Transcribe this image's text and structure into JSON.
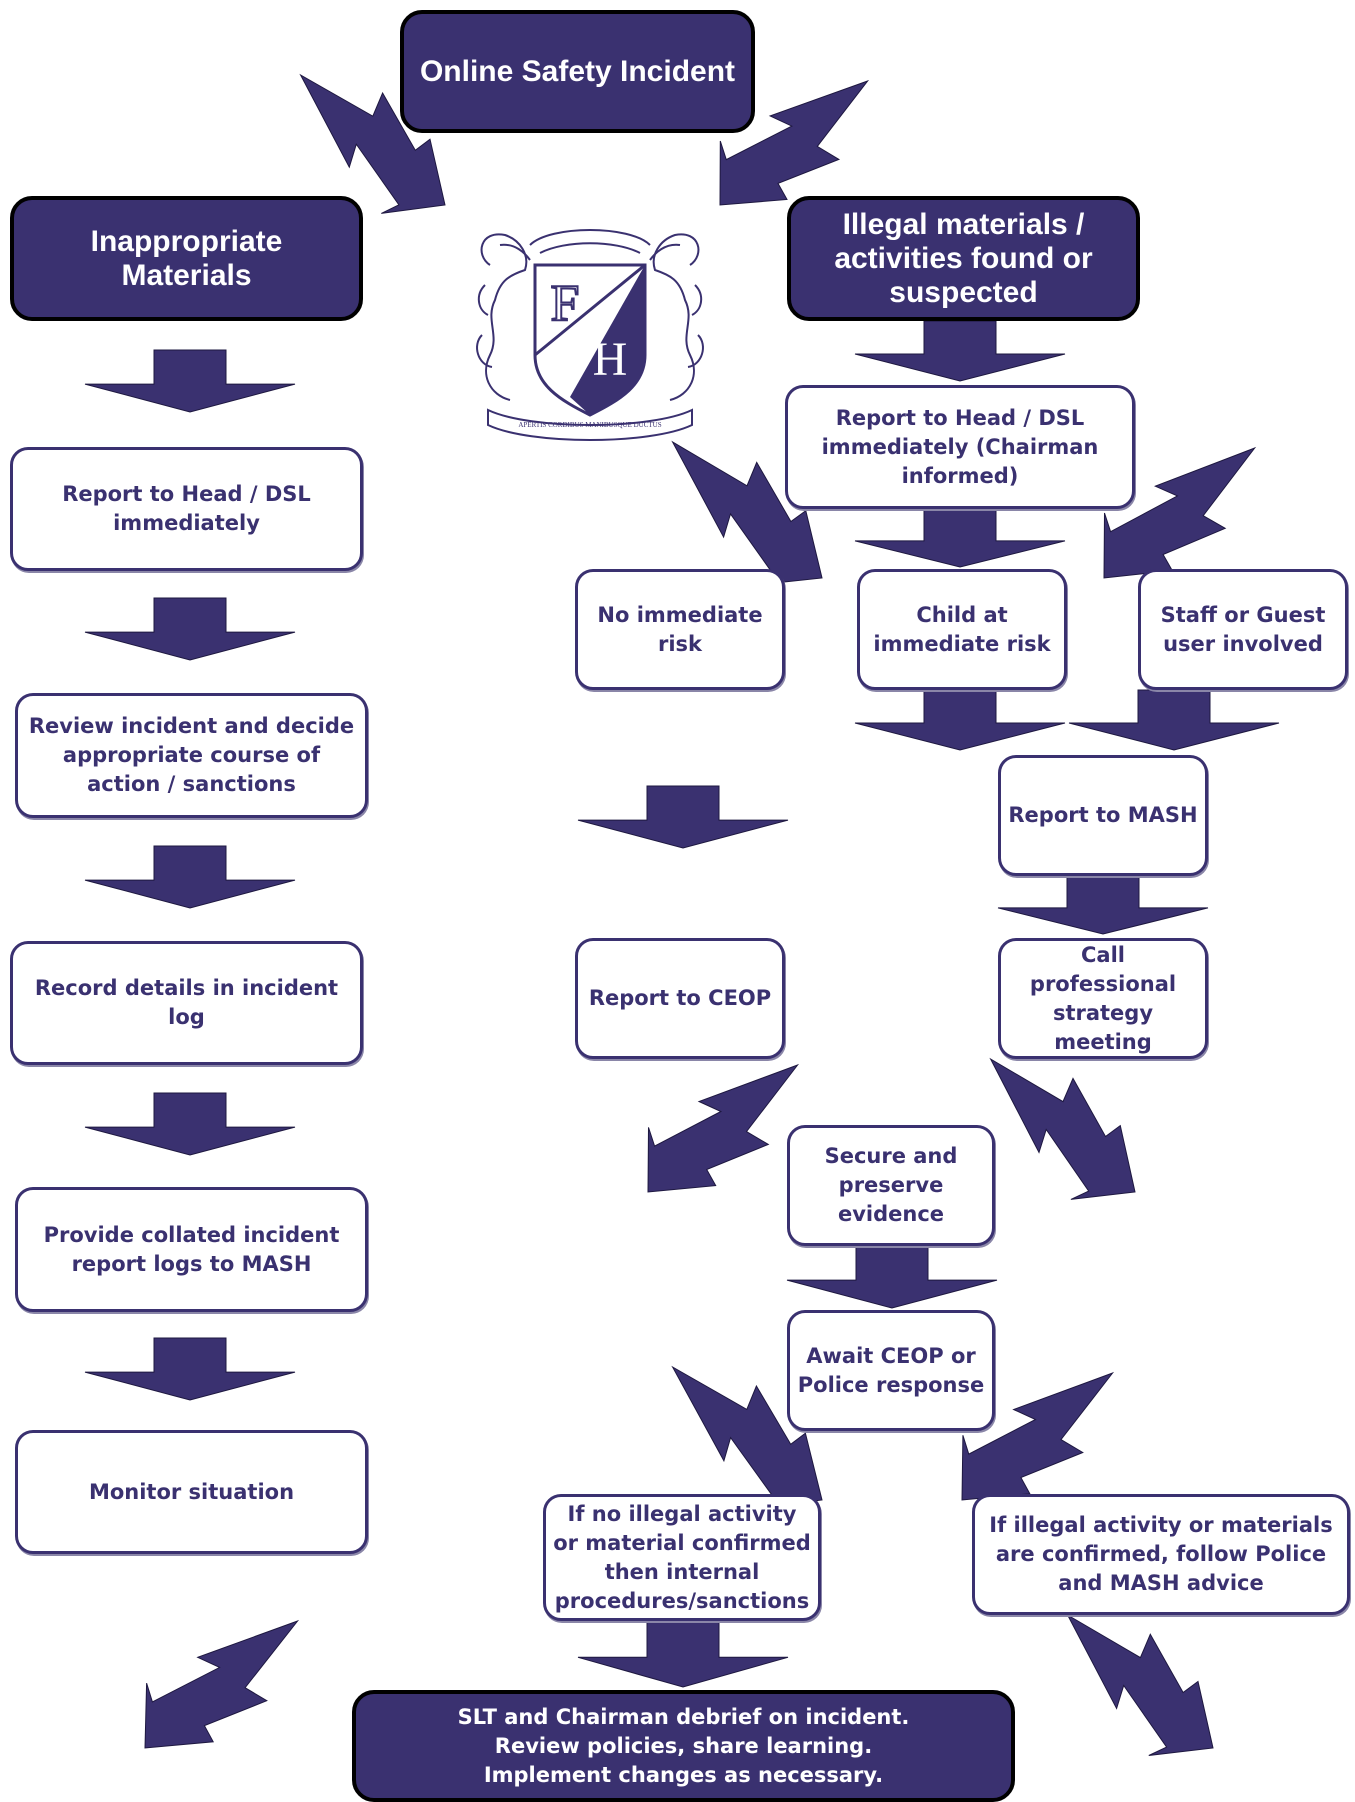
{
  "title": "Online Safety Incident",
  "colors": {
    "primary": "#3a3170",
    "outline": "#000000",
    "background": "#ffffff"
  },
  "left_column": {
    "header": "Inappropriate Materials",
    "steps": [
      "Report to Head / DSL immediately",
      "Review incident and decide appropriate course of action / sanctions",
      "Record details in incident log",
      "Provide collated incident report logs to MASH",
      "Monitor situation"
    ]
  },
  "right_column": {
    "header": "Illegal materials / activities found or suspected",
    "report_head": "Report to Head / DSL immediately (Chairman informed)",
    "no_risk": "No immediate risk",
    "child_risk": "Child at immediate risk",
    "staff_guest": "Staff or Guest user involved",
    "report_mash": "Report to MASH",
    "report_ceop": "Report to CEOP",
    "strategy_meeting": "Call professional strategy meeting",
    "secure_evidence": "Secure and preserve evidence",
    "await_response": "Await CEOP or Police response",
    "no_illegal": "If no illegal activity or material confirmed then internal procedures/sanctions",
    "illegal_confirmed": "If illegal activity or materials are confirmed, follow Police and MASH advice"
  },
  "final": "SLT and Chairman debrief on incident.\nReview policies, share learning.\nImplement changes as necessary.",
  "crest": {
    "letters": [
      "F",
      "H"
    ],
    "motto": "APERTIS CORDIBUS MANIBUSQUE DUCTUS"
  }
}
